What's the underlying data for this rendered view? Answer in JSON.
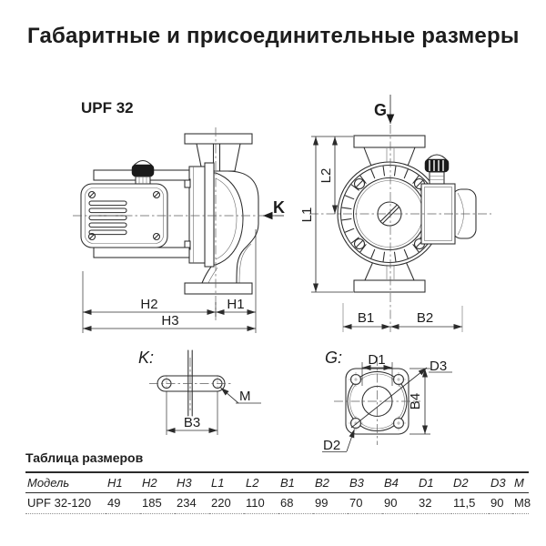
{
  "title": "Габаритные и присоединительные размеры",
  "colors": {
    "line": "#2b2b2b",
    "text": "#1c1c1c",
    "gland": "#1a1a1a"
  },
  "svg_labels": {
    "model": "UPF 32",
    "view_g_arrow": "G",
    "view_k_arrow": "K",
    "h1": "H1",
    "h2": "H2",
    "h3": "H3",
    "l1": "L1",
    "l2": "L2",
    "b1": "B1",
    "b2": "B2",
    "b3": "B3",
    "b4": "B4",
    "d1": "D1",
    "d2": "D2",
    "d3": "D3",
    "m": "M",
    "detail_k": "K:",
    "detail_g": "G:"
  },
  "table": {
    "caption": "Таблица размеров",
    "columns": [
      "Модель",
      "H1",
      "H2",
      "H3",
      "L1",
      "L2",
      "B1",
      "B2",
      "B3",
      "B4",
      "D1",
      "D2",
      "D3",
      "M"
    ],
    "rows": [
      [
        "UPF 32-120",
        "49",
        "185",
        "234",
        "220",
        "110",
        "68",
        "99",
        "70",
        "90",
        "32",
        "11,5",
        "90",
        "M8"
      ]
    ]
  }
}
